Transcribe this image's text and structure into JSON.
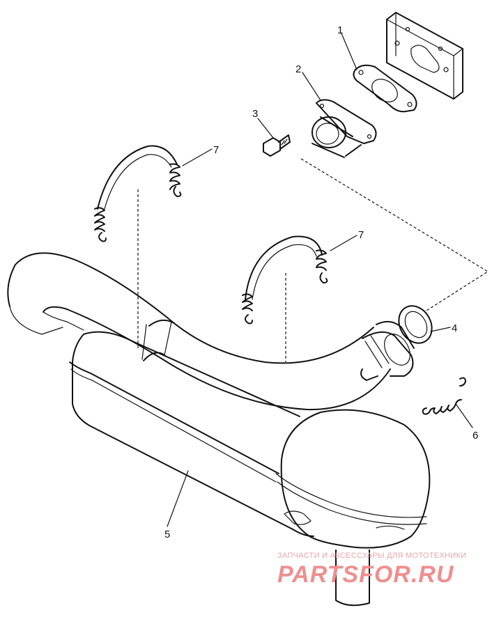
{
  "callouts": {
    "c1": "1",
    "c2": "2",
    "c3": "3",
    "c4": "4",
    "c5": "5",
    "c6": "6",
    "c7a": "7",
    "c7b": "7"
  },
  "watermark": {
    "tagline": "ЗАПЧАСТИ И АКСЕССУАРЫ ДЛЯ МОТОТЕХНИКИ",
    "brand": "PARTSFOR.RU",
    "color": "#ef8f8f"
  }
}
